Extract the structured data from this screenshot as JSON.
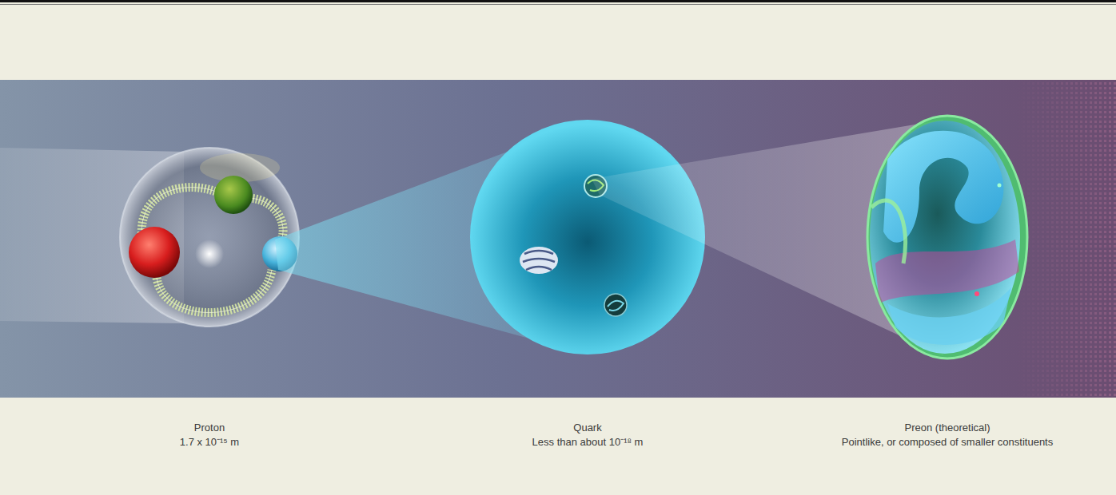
{
  "diagram": {
    "labels": [
      "Proton",
      "1.7 x 10⁻¹⁵ m",
      "Quark",
      "Less than about 10⁻¹⁸ m",
      "Preon (theoretical)",
      "Pointlike, or composed of smaller constituents"
    ]
  }
}
